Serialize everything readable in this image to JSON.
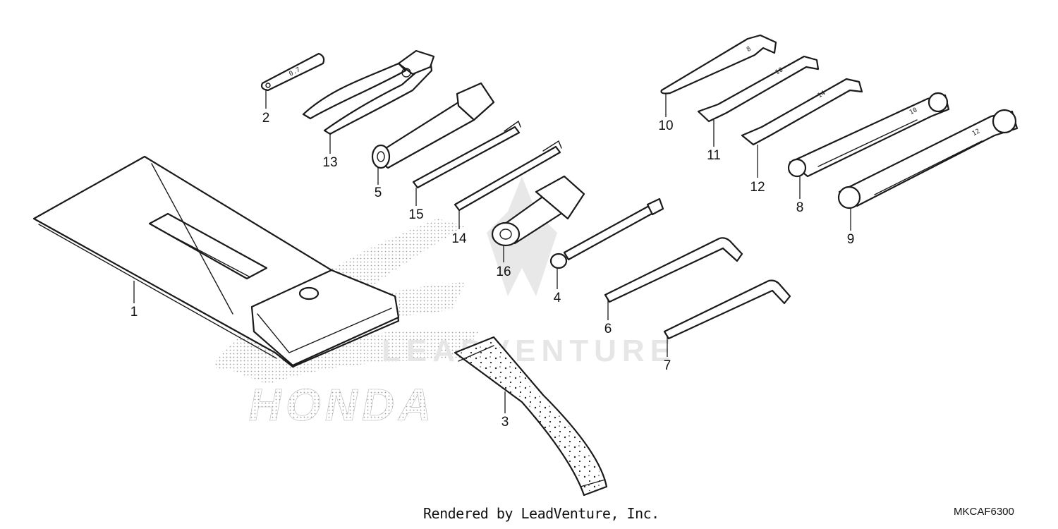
{
  "diagram": {
    "footer_credit": "Rendered by LeadVenture, Inc.",
    "diagram_code": "MKCAF6300",
    "watermark_text": "LEADVENTURE",
    "brand_text": "HONDA",
    "wrench_markings": {
      "w2": "0.7",
      "w10": "8",
      "w11": "10",
      "w12": "14",
      "w8": "10",
      "w9": "12"
    },
    "callouts": [
      "1",
      "2",
      "3",
      "4",
      "5",
      "6",
      "7",
      "8",
      "9",
      "10",
      "11",
      "12",
      "13",
      "14",
      "15",
      "16"
    ]
  }
}
